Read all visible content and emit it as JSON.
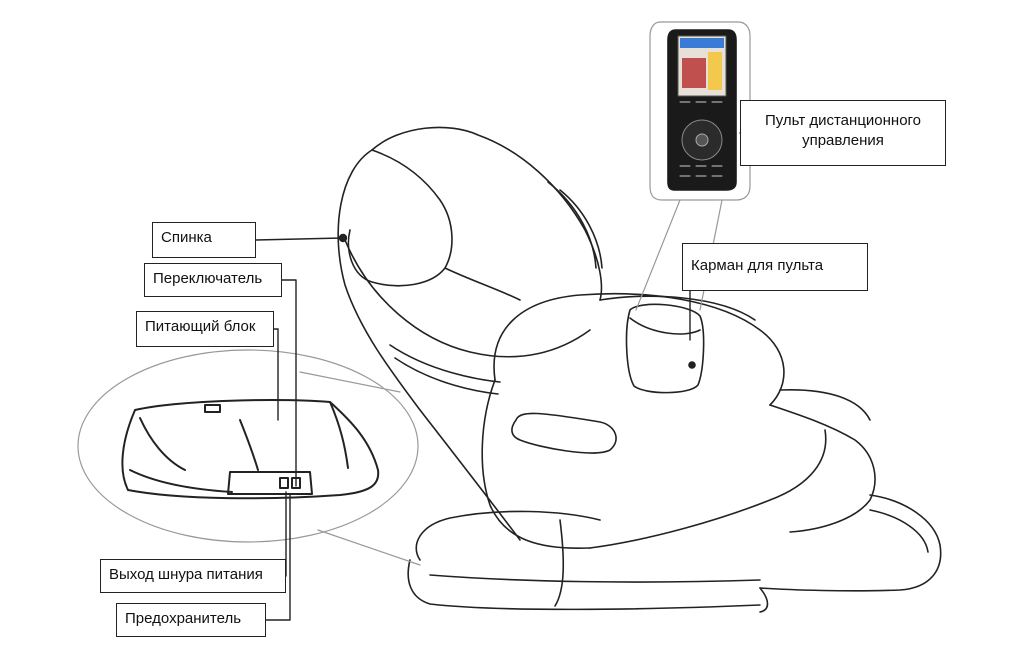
{
  "labels": {
    "back": "Спинка",
    "switch": "Переключатель",
    "power_unit": "Питающий блок",
    "power_cord_outlet": "Выход шнура питания",
    "fuse": "Предохранитель",
    "remote_pocket": "Карман для пульта",
    "remote_control": "Пульт дистанционного управления"
  },
  "icons": {
    "chair": "massage-chair-icon",
    "power_unit": "power-unit-icon",
    "remote": "remote-control-icon"
  },
  "colors": {
    "line": "#222222",
    "background": "#ffffff"
  }
}
